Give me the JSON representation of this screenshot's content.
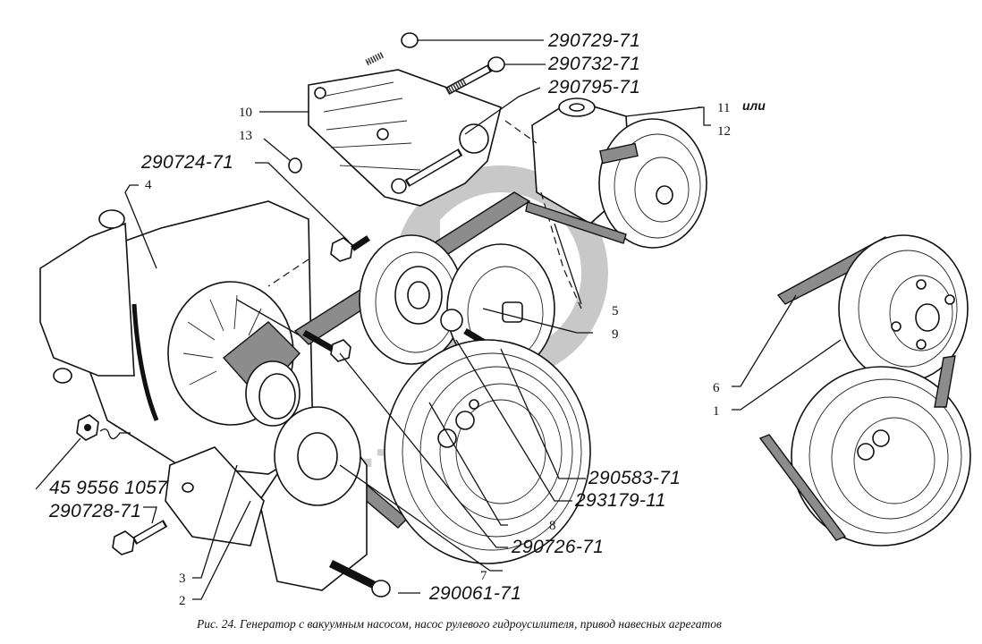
{
  "figure": {
    "caption": "Рис. 24. Генератор с вакуумным насосом, насос рулевого гидроусилителя, привод навесных агрегатов",
    "watermark": "d...-parts",
    "note_or": "или"
  },
  "part_numbers": [
    {
      "id": "pn-290729-71",
      "text": "290729-71"
    },
    {
      "id": "pn-290732-71",
      "text": "290732-71"
    },
    {
      "id": "pn-290795-71",
      "text": "290795-71"
    },
    {
      "id": "pn-290724-71",
      "text": "290724-71"
    },
    {
      "id": "pn-459556-1057",
      "text": "45 9556 1057"
    },
    {
      "id": "pn-290728-71",
      "text": "290728-71"
    },
    {
      "id": "pn-290583-71",
      "text": "290583-71"
    },
    {
      "id": "pn-293179-11",
      "text": "293179-11"
    },
    {
      "id": "pn-290726-71",
      "text": "290726-71"
    },
    {
      "id": "pn-290061-71",
      "text": "290061-71"
    }
  ],
  "positions": [
    {
      "id": "pos-1",
      "text": "1"
    },
    {
      "id": "pos-2",
      "text": "2"
    },
    {
      "id": "pos-3",
      "text": "3"
    },
    {
      "id": "pos-4",
      "text": "4"
    },
    {
      "id": "pos-5",
      "text": "5"
    },
    {
      "id": "pos-6",
      "text": "6"
    },
    {
      "id": "pos-7",
      "text": "7"
    },
    {
      "id": "pos-8",
      "text": "8"
    },
    {
      "id": "pos-9",
      "text": "9"
    },
    {
      "id": "pos-10",
      "text": "10"
    },
    {
      "id": "pos-11",
      "text": "11"
    },
    {
      "id": "pos-12",
      "text": "12"
    },
    {
      "id": "pos-13",
      "text": "13"
    }
  ]
}
